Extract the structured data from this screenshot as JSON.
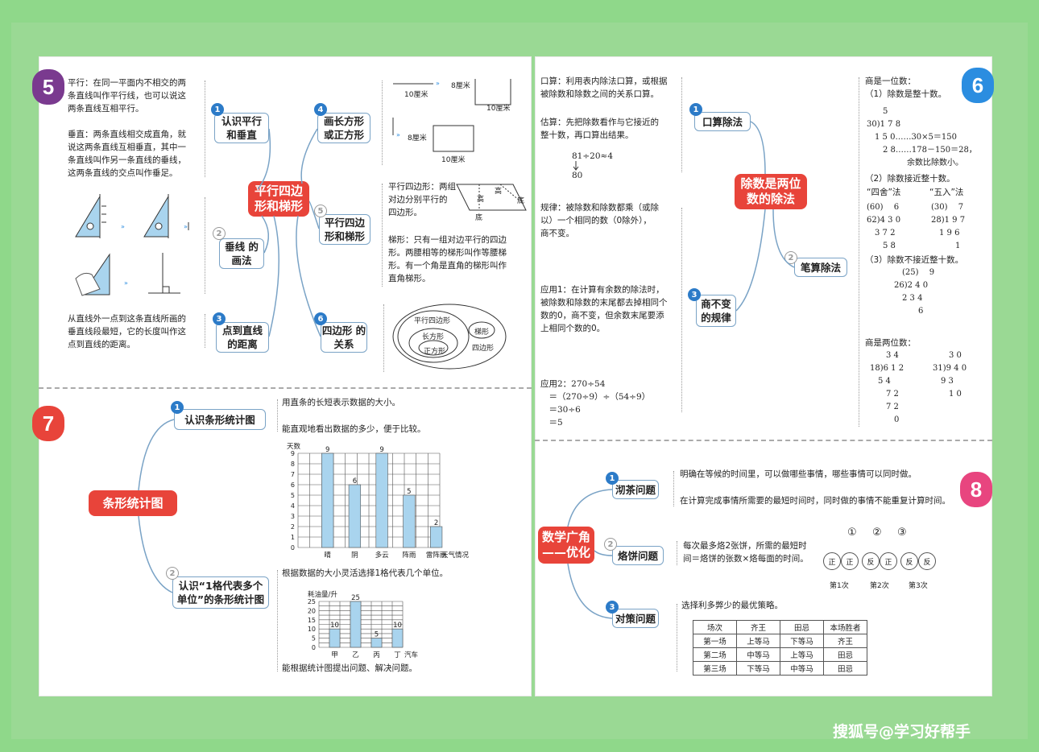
{
  "watermark": "搜狐号@学习好帮手",
  "sec5": {
    "badge": "5",
    "center": "平行四边\n形和梯形",
    "parallel_def": "平行：在同一平面内不相交的两\n条直线叫作平行线，也可以说这\n两条直线互相平行。",
    "perp_def": "垂直：两条直线相交成直角，就\n说这两条直线互相垂直，其中一\n条直线叫作另一条直线的垂线，\n这两条直线的交点叫作垂足。",
    "distance_def": "从直线外一点到这条直线所画的\n垂直线段最短，它的长度叫作这\n点到直线的距离。",
    "n1": "认识平行\n和垂直",
    "n2": "垂线\n的画法",
    "n3": "点到直线\n的距离",
    "n4": "画长方形\n或正方形",
    "n5": "平行四边\n形和梯形",
    "n6": "四边形\n的关系",
    "i1": "1",
    "i2": "2",
    "i3": "3",
    "i4": "4",
    "i5": "5",
    "i6": "6",
    "rect_10cm": "10厘米",
    "rect_8cm": "8厘米",
    "para_def": "平行四边形：两组\n对边分别平行的\n四边形。",
    "trap_def": "梯形：只有一组对边平行的四边\n形。两腰相等的梯形叫作等腰梯\n形。有一个角是直角的梯形叫作\n直角梯形。",
    "high": "高",
    "base": "底",
    "venn": [
      "平行四边形",
      "长方形",
      "正方形",
      "梯形",
      "四边形"
    ]
  },
  "sec6": {
    "badge": "6",
    "center": "除数是两位\n数的除法",
    "n1": "口算除法",
    "n2": "笔算除法",
    "n3": "商不变\n的规律",
    "i1": "1",
    "i2": "2",
    "i3": "3",
    "oral": "口算：利用表内除法口算，或根据\n被除数和除数之间的关系口算。",
    "estimate": "估算：先把除数看作与它接近的\n整十数，再口算出结果。",
    "est_expr": "81÷20≈4",
    "est_val": "80",
    "rule": "规律：被除数和除数都乘（或除\n以）一个相同的数（0除外），\n商不变。",
    "app1": "应用1：在计算有余数的除法时，\n被除数和除数的末尾都去掉相同个\n数的0，商不变，但余数末尾要添\n上相同个数的0。",
    "app2": "应用2：270÷54\n　＝（270÷9）÷（54÷9）\n　＝30÷6\n　＝5",
    "one_digit": "商是一位数：",
    "case1": "（1）除数是整十数。",
    "case2": "（2）除数接近整十数。",
    "case3": "（3）除数不接近整十数。",
    "two_digit": "商是两位数：",
    "four_five": "“四舍”法",
    "five_in": "“五入”法",
    "d1": "　　5\n30)1 7 8\n　1 5 0……30×5＝150\n　　2 8……178－150＝28，\n　　　　　余数比除数小。",
    "d2a": "(60)　 6\n62)4 3 0\n　3 7 2\n　　5 8",
    "d2b": "(30)　 7\n28)1 9 7\n　1 9 6\n　　　1",
    "d3": "　(25)　 9\n26)2 4 0\n　2 3 4\n　　　6",
    "d4a": "　　3 4\n18)6 1 2\n　5 4\n　　7 2\n　　7 2\n　　　0",
    "d4b": "　　3 0\n31)9 4 0\n　9 3\n　　1 0"
  },
  "sec7": {
    "badge": "7",
    "center": "条形统计图",
    "n1": "认识条形统计图",
    "n2": "认识“1格代表多个\n单位”的条形统计图",
    "i1": "1",
    "i2": "2",
    "l1": "用直条的长短表示数据的大小。",
    "l2": "能直观地看出数据的多少，便于比较。",
    "l3": "根据数据的大小灵活选择1格代表几个单位。",
    "l4": "能根据统计图提出问题、解决问题。"
  },
  "chart_data": [
    {
      "type": "bar",
      "ylabel": "天数",
      "xlabel": "天气情况",
      "categories": [
        "晴",
        "阴",
        "多云",
        "阵雨",
        "雷阵雨"
      ],
      "values": [
        9,
        6,
        9,
        5,
        2
      ],
      "ylim": [
        0,
        9
      ],
      "yticks": [
        "0",
        "1",
        "2",
        "3",
        "4",
        "5",
        "6",
        "7",
        "8",
        "9"
      ],
      "grid": true,
      "color": "#a9d4ee"
    },
    {
      "type": "bar",
      "ylabel": "耗油量/升",
      "xlabel": "汽车",
      "categories": [
        "甲",
        "乙",
        "丙",
        "丁"
      ],
      "values": [
        10,
        25,
        5,
        10
      ],
      "ylim": [
        0,
        25
      ],
      "yticks": [
        "0",
        "5",
        "10",
        "15",
        "20",
        "25"
      ],
      "grid": true,
      "color": "#a9d4ee"
    }
  ],
  "sec8": {
    "badge": "8",
    "center": "数学广角\n——优化",
    "n1": "沏茶问题",
    "n2": "烙饼问题",
    "n3": "对策问题",
    "i1": "1",
    "i2": "2",
    "i3": "3",
    "tea1": "明确在等候的时间里，可以做哪些事情，哪些事情可以同时做。",
    "tea2": "在计算完成事情所需要的最短时间时，同时做的事情不能重复计算时间。",
    "cake": "每次最多烙2张饼，所需的最短时\n间＝烙饼的张数×烙每面的时间。",
    "strategy": "选择利多弊少的最优策略。",
    "circle_nums": [
      "①",
      "②",
      "③"
    ],
    "rounds": [
      "第1次",
      "第2次",
      "第3次"
    ],
    "faces": [
      "正",
      "正",
      "反",
      "正",
      "反",
      "反"
    ],
    "table": {
      "header": [
        "场次",
        "齐王",
        "田忌",
        "本场胜者"
      ],
      "rows": [
        [
          "第一场",
          "上等马",
          "下等马",
          "齐王"
        ],
        [
          "第二场",
          "中等马",
          "上等马",
          "田忌"
        ],
        [
          "第三场",
          "下等马",
          "中等马",
          "田忌"
        ]
      ]
    }
  },
  "colors": {
    "sec5": "#7a3a8f",
    "sec6": "#2b8de0",
    "sec7": "#e8443a",
    "sec8": "#e8457f",
    "center": "#e8443a",
    "node_border": "#7aa3c6"
  }
}
